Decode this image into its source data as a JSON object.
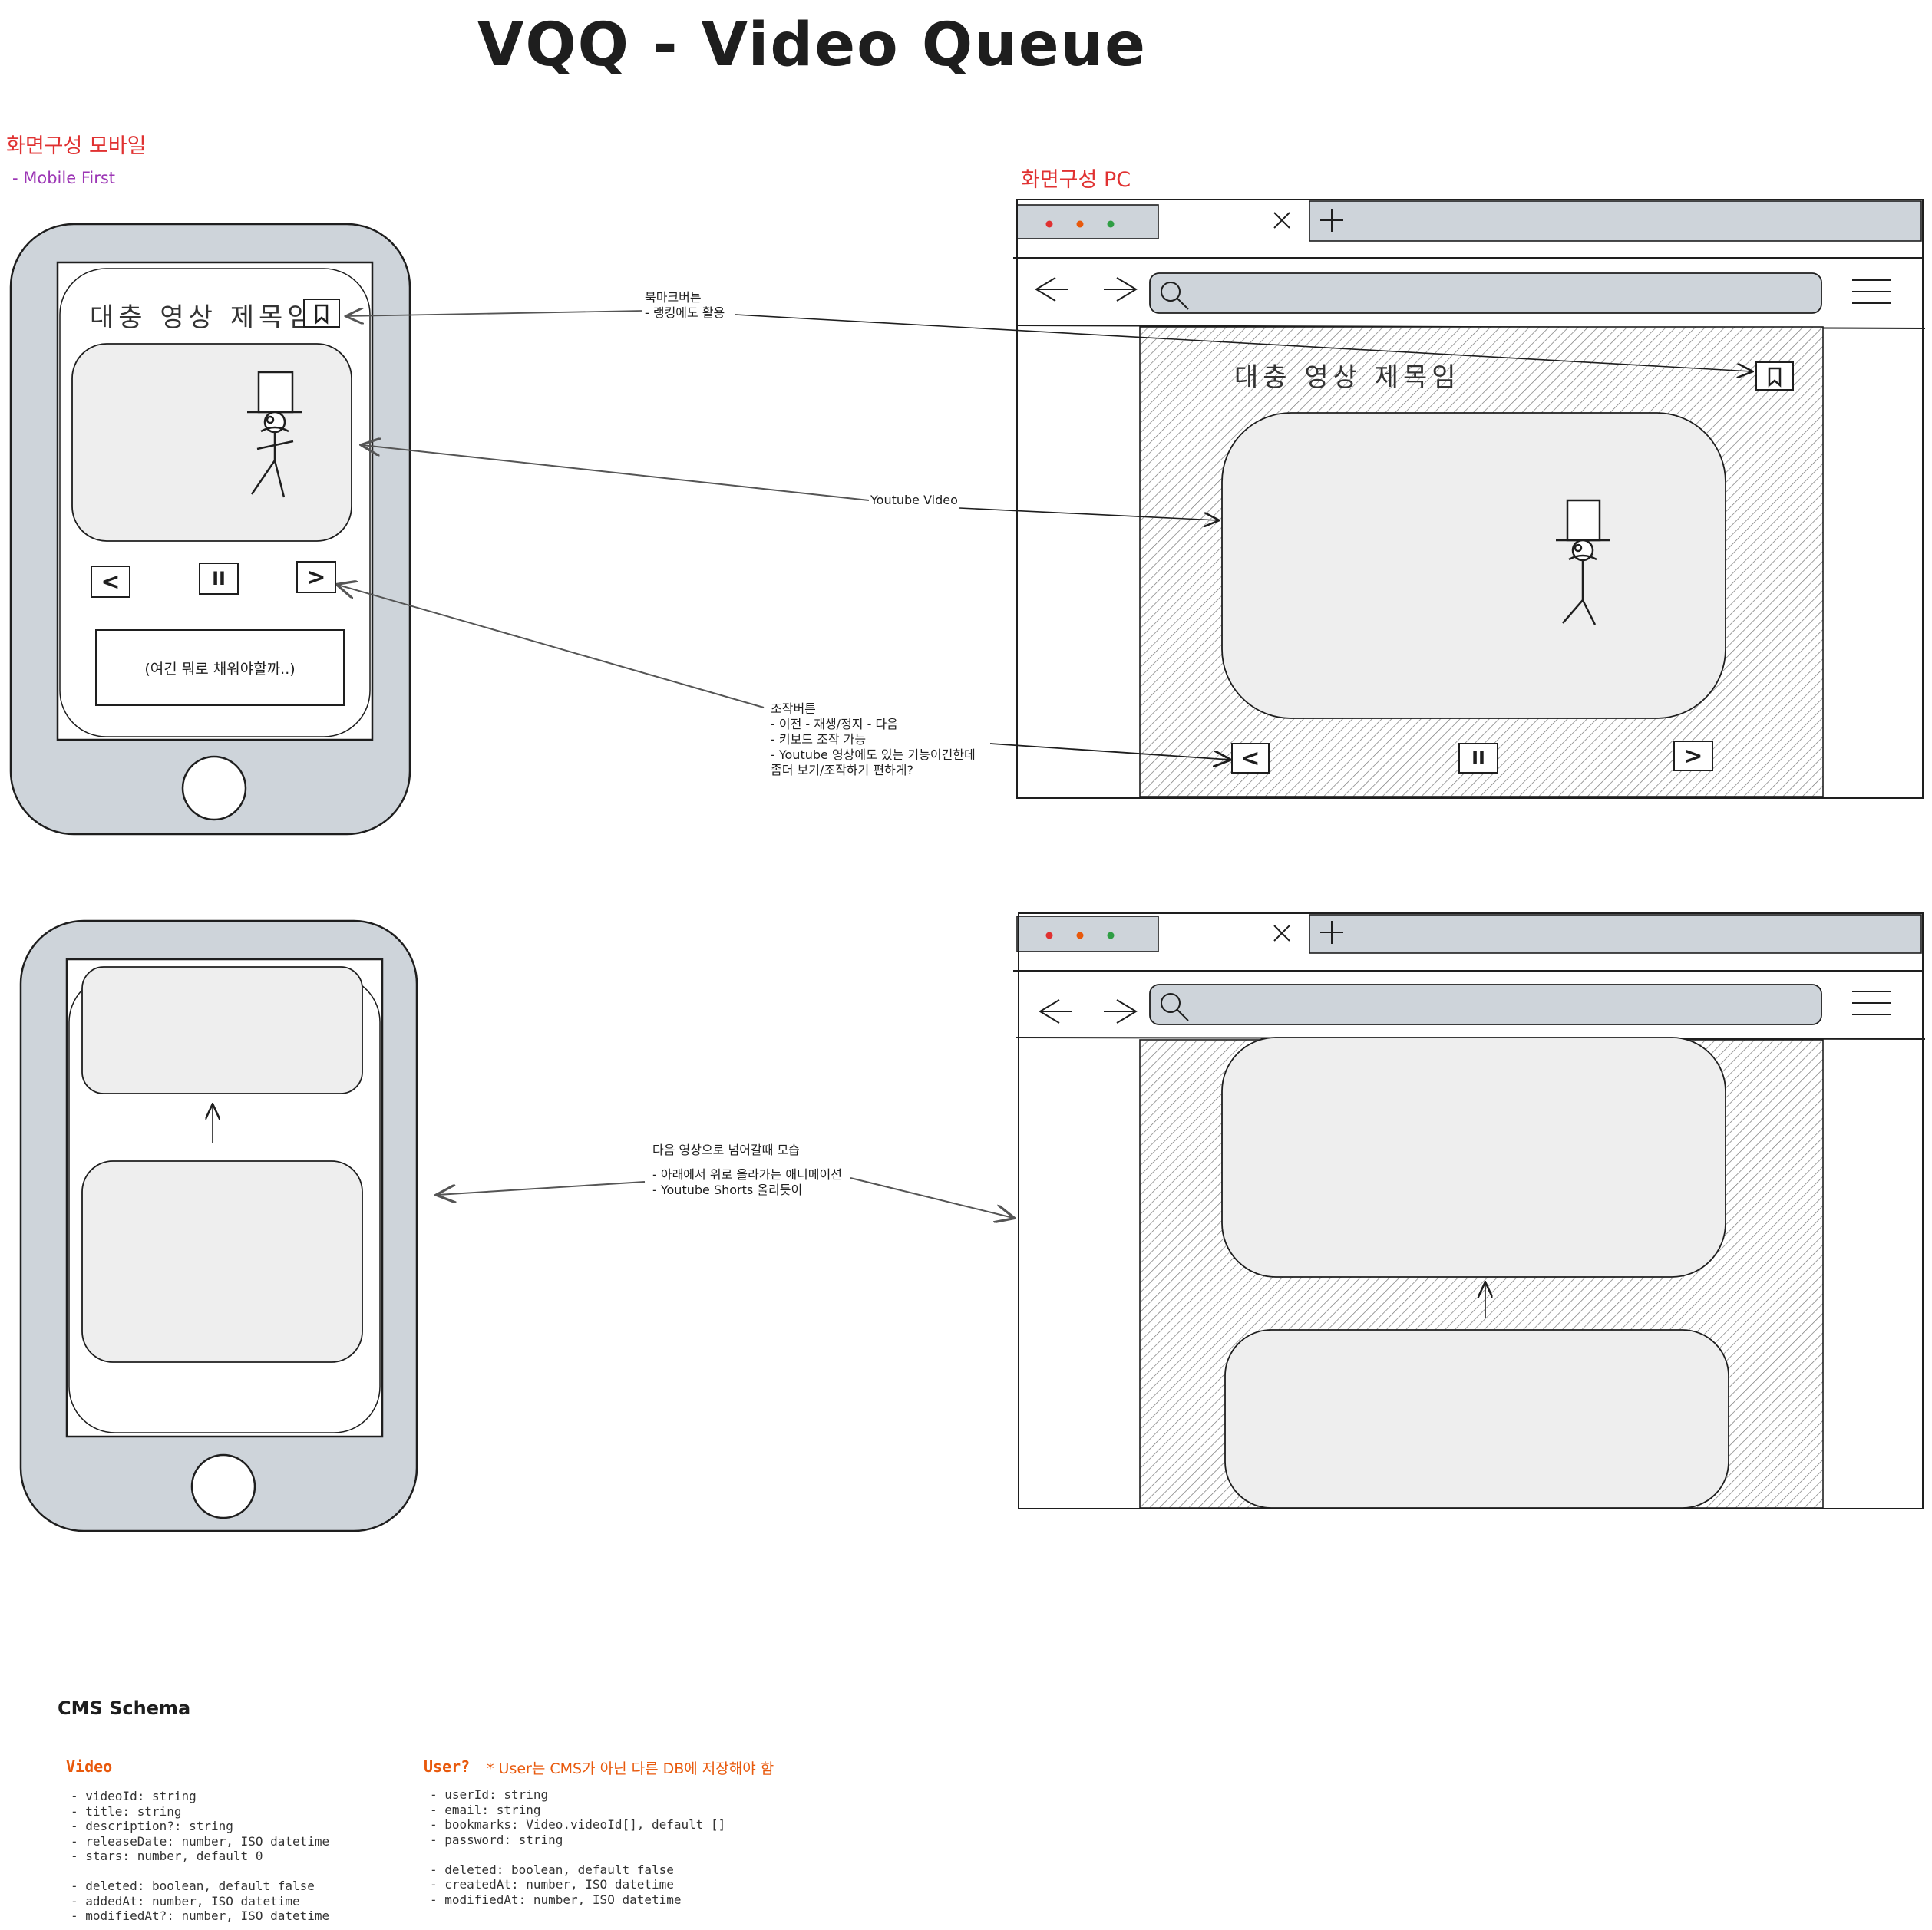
{
  "title": "VQQ - Video Queue",
  "mobile_section": {
    "heading": "화면구성 모바일",
    "subheading": "- Mobile First",
    "video_title": "대충 영상 제목임",
    "filler_text": "(여긴 뭐로 채워야할까..)"
  },
  "pc_section": {
    "heading": "화면구성 PC",
    "video_title": "대충 영상 제목임"
  },
  "annotations": {
    "bookmark": [
      "북마크버튼",
      "- 랭킹에도 활용"
    ],
    "youtube": "Youtube Video",
    "controls": [
      "조작버튼",
      "- 이전 - 재생/정지 - 다음",
      "- 키보드 조작 가능",
      "- Youtube 영상에도 있는 기능이긴한데",
      "좀더 보기/조작하기 편하게?"
    ],
    "transition": [
      "다음 영상으로 넘어갈때 모습",
      "- 아래에서 위로 올라가는 애니메이션",
      "- Youtube Shorts 올리듯이"
    ]
  },
  "controls": {
    "prev": "<",
    "pause": "II",
    "next": ">"
  },
  "schema": {
    "heading": "CMS Schema",
    "video": {
      "name": "Video",
      "fields": [
        "- videoId: string",
        "- title: string",
        "- description?: string",
        "- releaseDate: number, ISO datetime",
        "- stars: number, default 0",
        "",
        "- deleted: boolean, default false",
        "- addedAt: number, ISO datetime",
        "- modifiedAt?: number, ISO datetime"
      ]
    },
    "user": {
      "name": "User?",
      "note": "* User는 CMS가 아닌 다른 DB에 저장해야 함",
      "fields": [
        "- userId: string",
        "- email: string",
        "- bookmarks: Video.videoId[], default []",
        "- password: string",
        "",
        "- deleted: boolean, default false",
        "- createdAt: number, ISO datetime",
        "- modifiedAt: number, ISO datetime"
      ]
    }
  },
  "colors": {
    "device": "#ced4da",
    "screen": "#eeeeee",
    "red": "#e03131",
    "purple": "#9c36b5",
    "orange": "#e8590c"
  }
}
